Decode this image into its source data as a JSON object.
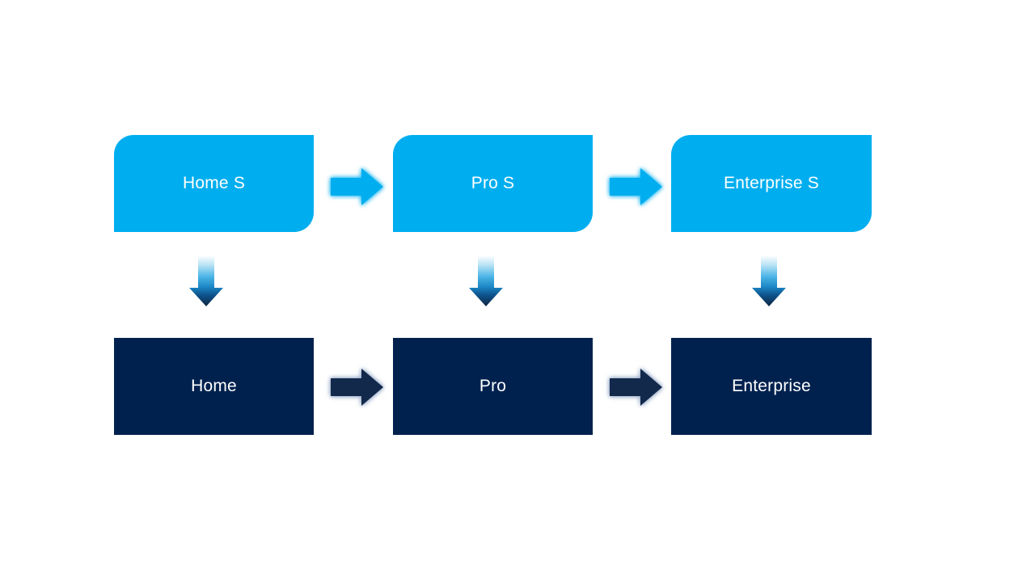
{
  "slide": {
    "background": "#FFFFFF",
    "colors": {
      "primary_light_blue": "#00AEEF",
      "dark_navy": "#00214E",
      "gradient_arrow_top": "#FFFFFF",
      "gradient_arrow_mid": "#2D9FD8",
      "gradient_arrow_tip": "#0E2440",
      "label_text": "#FFFFFF"
    },
    "flow": {
      "top_row": [
        {
          "label": "Home S"
        },
        {
          "label": "Pro S"
        },
        {
          "label": "Enterprise S"
        }
      ],
      "bottom_row": [
        {
          "label": "Home"
        },
        {
          "label": "Pro"
        },
        {
          "label": "Enterprise"
        }
      ],
      "connectors": {
        "horizontal_icon": "right-arrow",
        "vertical_icon": "down-arrow",
        "horizontal_top_count": 2,
        "horizontal_bottom_count": 2,
        "vertical_count": 3
      }
    }
  }
}
